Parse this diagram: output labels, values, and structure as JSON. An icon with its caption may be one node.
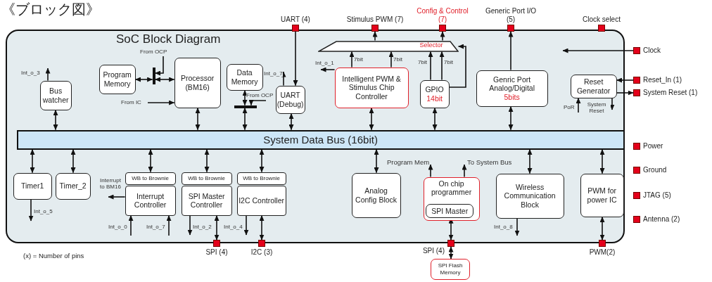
{
  "diagram": {
    "nodes": [
      {
        "text": [
          "SoC Block Diagram"
        ]
      },
      {
        "text": [
          "Bus watcher"
        ],
        "in": 0
      },
      {
        "text": [
          "Program Memory"
        ],
        "in": 0
      },
      {
        "text": [],
        "shape": "bar",
        "in": 0
      },
      {
        "text": [
          "Processor (BM16)"
        ],
        "in": 0
      },
      {
        "text": [
          "Data Memory"
        ],
        "in": 0
      },
      {
        "text": [],
        "shape": "bar",
        "in": 0
      },
      {
        "text": [
          "UART (Debug)"
        ],
        "in": 0
      },
      {
        "text": [
          "Intelligent PWM & Stimulus Chip Controller"
        ],
        "in": 0
      },
      {
        "text": [
          "Selector"
        ],
        "in": 0
      },
      {
        "text": [
          "GPIO",
          "14bit"
        ],
        "in": 0
      },
      {
        "text": [
          "Genric Port Analog/Digital",
          "5bits"
        ],
        "in": 0
      },
      {
        "text": [
          "Reset Generator"
        ],
        "in": 0
      },
      {
        "text": [
          "System Data Bus (16bit)"
        ],
        "in": 0
      },
      {
        "text": [
          "Timer1"
        ],
        "in": 0
      },
      {
        "text": [
          "Timer_2"
        ],
        "in": 0
      },
      {
        "text": [
          "WB to Brownie",
          "Interrupt Controller"
        ],
        "in": 0
      },
      {
        "text": [
          "WB to Brownie",
          "SPI Master Controller"
        ],
        "in": 0
      },
      {
        "text": [
          "WB to Brownie",
          "I2C Controller"
        ],
        "in": 0
      },
      {
        "text": [
          "Analog Config Block"
        ],
        "in": 0
      },
      {
        "text": [
          "On chip programmer"
        ],
        "in": 0
      },
      {
        "text": [
          "SPI Master"
        ],
        "in": 20
      },
      {
        "text": [
          "Wireless Communication Block"
        ],
        "in": 0
      },
      {
        "text": [
          "PWM for power IC"
        ],
        "in": 0
      },
      {
        "text": [
          "UART (4)"
        ]
      },
      {
        "text": [
          "Stimulus PWM (7)"
        ]
      },
      {
        "text": [
          "Config & Control (7)"
        ]
      },
      {
        "text": [
          "Generic Port I/O (5)"
        ]
      },
      {
        "text": [
          "Clock select"
        ]
      },
      {
        "text": [
          "Clock"
        ]
      },
      {
        "text": [
          "Reset_In (1)"
        ]
      },
      {
        "text": [
          "System Reset (1)"
        ]
      },
      {
        "text": [
          "Power"
        ]
      },
      {
        "text": [
          "Ground"
        ]
      },
      {
        "text": [
          "JTAG (5)"
        ]
      },
      {
        "text": [
          "Antenna (2)"
        ]
      },
      {
        "text": [
          "SPI (4)"
        ]
      },
      {
        "text": [
          "I2C (3)"
        ]
      },
      {
        "text": [
          "SPI (4)"
        ]
      },
      {
        "text": [
          "PWM(2)"
        ]
      },
      {
        "text": [
          "SPI Flash Memory"
        ]
      }
    ],
    "edges": [
      {
        "from": 1,
        "to": 13,
        "arrow": "both"
      },
      {
        "from": 1,
        "to": null,
        "arrow": "to",
        "label": "Int_o_3"
      },
      {
        "from": 2,
        "to": 3,
        "arrow": "both"
      },
      {
        "from": 3,
        "to": 4,
        "arrow": "both"
      },
      {
        "from": null,
        "to": 3,
        "arrow": "to",
        "label": "From OCP"
      },
      {
        "from": null,
        "to": 4,
        "arrow": "to",
        "label": "From IC"
      },
      {
        "from": 4,
        "to": 13,
        "arrow": "both"
      },
      {
        "from": 5,
        "to": 6,
        "arrow": "both"
      },
      {
        "from": null,
        "to": 6,
        "arrow": "to",
        "label": "From OCP"
      },
      {
        "from": 6,
        "to": 13,
        "arrow": "both"
      },
      {
        "from": 24,
        "to": 7,
        "arrow": "to"
      },
      {
        "from": 7,
        "to": null,
        "arrow": "to",
        "label": "Int_o_7"
      },
      {
        "from": 8,
        "to": null,
        "arrow": "to",
        "label": "Int_o_1"
      },
      {
        "from": 7,
        "to": 13,
        "arrow": "both"
      },
      {
        "from": 8,
        "to": 9,
        "arrow": "to",
        "label": "7bit"
      },
      {
        "from": 8,
        "to": 9,
        "arrow": "to",
        "label": "7bit"
      },
      {
        "from": 10,
        "to": 9,
        "arrow": "to",
        "label": "7bit"
      },
      {
        "from": 10,
        "to": 9,
        "arrow": "to",
        "label": "7bit"
      },
      {
        "from": 10,
        "to": 9,
        "arrow": "to"
      },
      {
        "from": 9,
        "to": 25,
        "arrow": "to"
      },
      {
        "from": 9,
        "to": 26,
        "arrow": "to"
      },
      {
        "from": 8,
        "to": 13,
        "arrow": "both"
      },
      {
        "from": 10,
        "to": 13,
        "arrow": "both"
      },
      {
        "from": 11,
        "to": 27,
        "arrow": "to"
      },
      {
        "from": 11,
        "to": 13,
        "arrow": "both"
      },
      {
        "from": 29,
        "to": null,
        "arrow": "to"
      },
      {
        "from": 30,
        "to": 12,
        "arrow": "to"
      },
      {
        "from": 12,
        "to": 31,
        "arrow": "to"
      },
      {
        "from": 12,
        "to": null,
        "arrow": "to",
        "label": "System Reset"
      },
      {
        "from": null,
        "to": 12,
        "arrow": "to",
        "label": "PoR"
      },
      {
        "from": 13,
        "to": 14,
        "arrow": "both"
      },
      {
        "from": 13,
        "to": 15,
        "arrow": "both"
      },
      {
        "from": 13,
        "to": 16,
        "arrow": "both"
      },
      {
        "from": 13,
        "to": 17,
        "arrow": "both"
      },
      {
        "from": 13,
        "to": 18,
        "arrow": "both"
      },
      {
        "from": 13,
        "to": 19,
        "arrow": "both"
      },
      {
        "from": 13,
        "to": 22,
        "arrow": "both"
      },
      {
        "from": 13,
        "to": 23,
        "arrow": "both"
      },
      {
        "from": 14,
        "to": null,
        "arrow": "to",
        "label": "Int_o_5"
      },
      {
        "from": 16,
        "to": null,
        "arrow": "to",
        "label": "Interrupt to BM16"
      },
      {
        "from": null,
        "to": 16,
        "arrow": "to",
        "label": "Int_o_0"
      },
      {
        "from": null,
        "to": 16,
        "arrow": "to",
        "label": "Int_o_7"
      },
      {
        "from": 17,
        "to": null,
        "arrow": "to",
        "label": "Int_o_2"
      },
      {
        "from": 17,
        "to": 36,
        "arrow": "both"
      },
      {
        "from": 18,
        "to": null,
        "arrow": "to",
        "label": "Int_o_4"
      },
      {
        "from": 18,
        "to": 37,
        "arrow": "both"
      },
      {
        "from": 20,
        "to": null,
        "arrow": "to",
        "label": "Program Mem"
      },
      {
        "from": 20,
        "to": null,
        "arrow": "to",
        "label": "To System Bus"
      },
      {
        "from": 21,
        "to": 38,
        "arrow": "both"
      },
      {
        "from": 38,
        "to": 40,
        "arrow": "both"
      },
      {
        "from": 22,
        "to": null,
        "arrow": "to",
        "label": "Int_o_8"
      },
      {
        "from": 23,
        "to": 39,
        "arrow": "both"
      }
    ],
    "labels": [
      "《ブロック図》",
      "(x) = Number of pins"
    ]
  }
}
